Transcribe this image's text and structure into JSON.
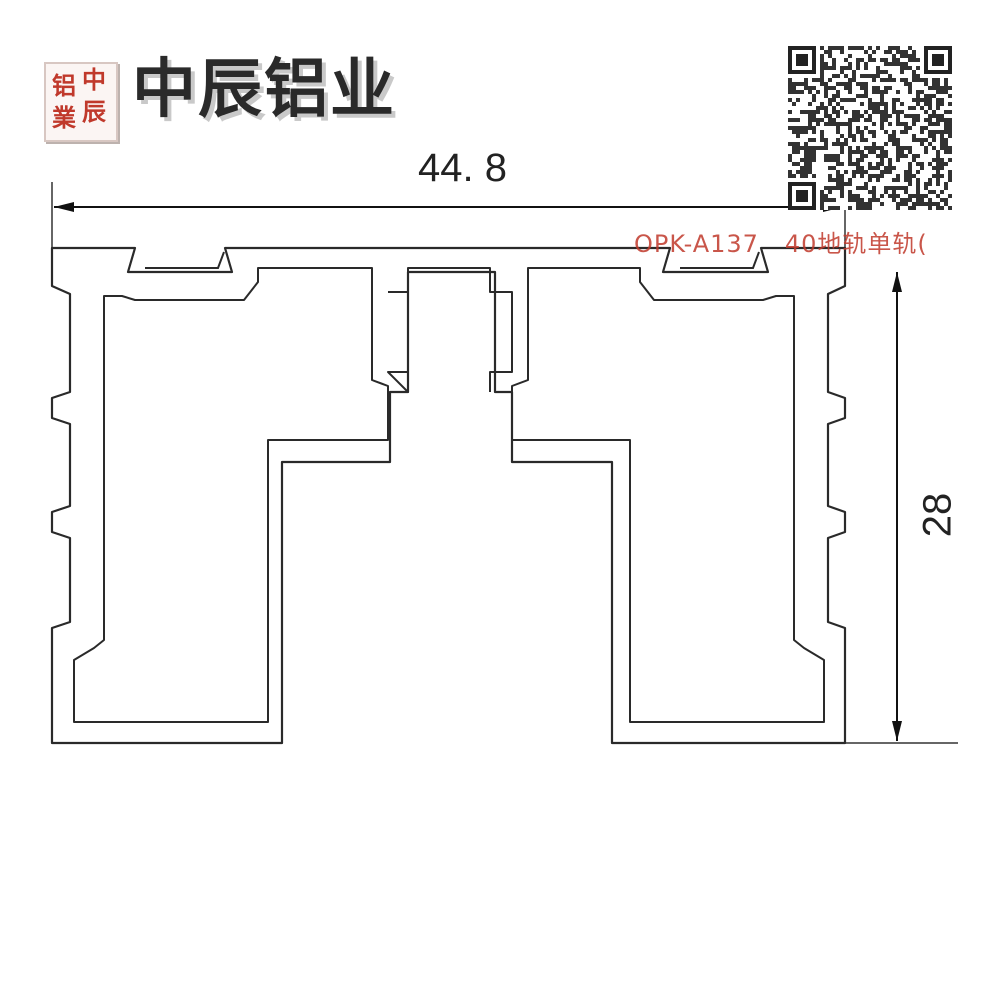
{
  "seal": {
    "chars": [
      "铝",
      "中",
      "業",
      "辰"
    ]
  },
  "brand": {
    "name": "中辰铝业"
  },
  "dimensions": {
    "width": "44. 8",
    "height": "28"
  },
  "model": {
    "code": "OPK-A137   40地轨单轨("
  },
  "colors": {
    "line": "#2a2a2a",
    "accent": "#c0392b",
    "profile_fill": "#ffffff"
  }
}
